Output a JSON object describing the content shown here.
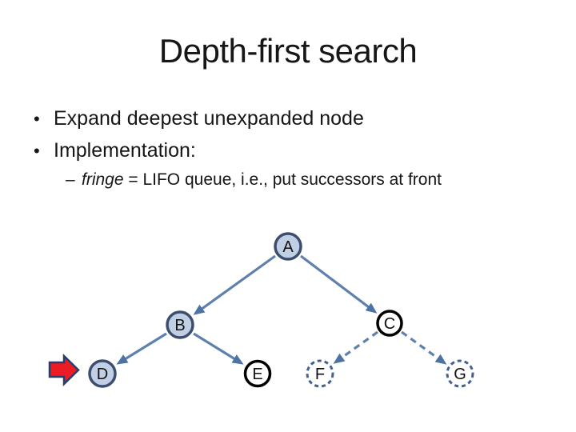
{
  "slide": {
    "title": "Depth-first search",
    "bullets": [
      {
        "marker": "•",
        "text": "Expand deepest unexpanded node"
      },
      {
        "marker": "•",
        "text": "Implementation:"
      },
      {
        "marker": "–",
        "italic_lead": "fringe",
        "rest": " = LIFO queue, i.e., put successors at front"
      }
    ]
  },
  "tree": {
    "nodes": [
      {
        "id": "A",
        "label": "A",
        "state": "expanded"
      },
      {
        "id": "B",
        "label": "B",
        "state": "expanded"
      },
      {
        "id": "C",
        "label": "C",
        "state": "frontier"
      },
      {
        "id": "D",
        "label": "D",
        "state": "expanded"
      },
      {
        "id": "E",
        "label": "E",
        "state": "frontier"
      },
      {
        "id": "F",
        "label": "F",
        "state": "unexplored"
      },
      {
        "id": "G",
        "label": "G",
        "state": "unexplored"
      }
    ],
    "edges": [
      {
        "from": "A",
        "to": "B",
        "style": "solid"
      },
      {
        "from": "A",
        "to": "C",
        "style": "solid"
      },
      {
        "from": "B",
        "to": "D",
        "style": "solid"
      },
      {
        "from": "B",
        "to": "E",
        "style": "solid"
      },
      {
        "from": "C",
        "to": "F",
        "style": "dashed"
      },
      {
        "from": "C",
        "to": "G",
        "style": "dashed"
      }
    ],
    "current_node": "D"
  },
  "icons": {
    "current_node_marker": "red-block-arrow-right"
  },
  "colors": {
    "node_fill_expanded": "#c1cfe5",
    "node_border_expanded": "#3c4d6e",
    "node_border_frontier": "#000000",
    "node_border_unexplored": "#44608f",
    "edge": "#5d81ac",
    "current_arrow_fill": "#ed1c24",
    "current_arrow_border": "#283f6d",
    "text": "#161616"
  }
}
